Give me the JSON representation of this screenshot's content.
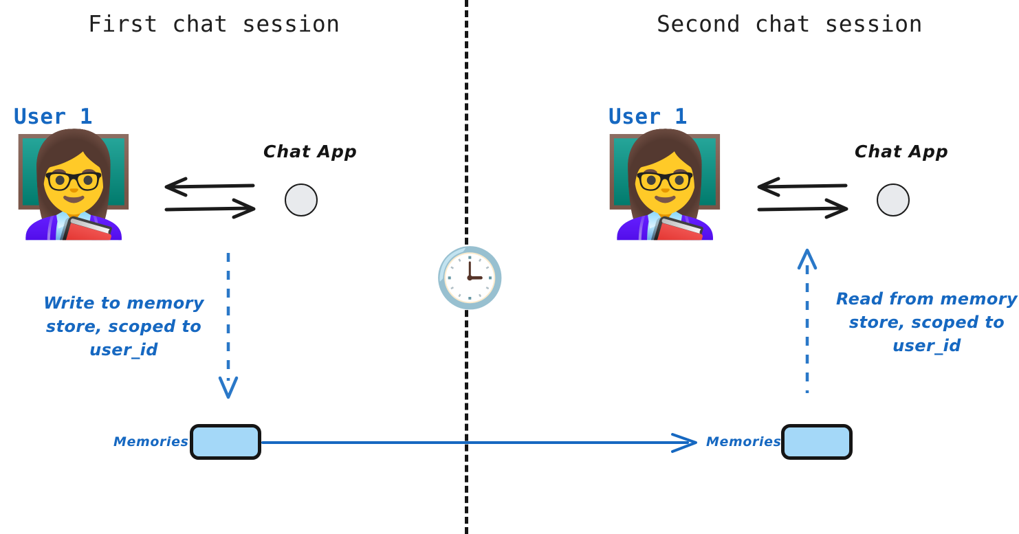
{
  "diagram": {
    "title_left": "First chat session",
    "title_right": "Second chat session",
    "colors": {
      "accent_blue": "#1668c1",
      "memory_fill": "#a4d8f8",
      "stroke_black": "#151515",
      "app_circle_fill": "#e8eaed"
    }
  },
  "left_session": {
    "heading": "First chat session",
    "user_label": "User 1",
    "avatar_icon": "woman-teacher-emoji",
    "avatar_glyph": "👩‍🏫",
    "chat_app_label": "Chat App",
    "chat_app_icon": "app-circle-icon",
    "exchange_icon": "bidirectional-arrows-icon",
    "flow_annotation": [
      "Write to memory",
      "store, scoped to",
      "user_id"
    ],
    "flow_arrow_icon": "dashed-arrow-down-icon",
    "memories_label": "Memories",
    "memories_box_icon": "memory-store-box"
  },
  "right_session": {
    "heading": "Second chat session",
    "user_label": "User 1",
    "avatar_icon": "woman-teacher-emoji",
    "avatar_glyph": "👩‍🏫",
    "chat_app_label": "Chat App",
    "chat_app_icon": "app-circle-icon",
    "exchange_icon": "bidirectional-arrows-icon",
    "flow_annotation": [
      "Read from memory",
      "store, scoped to",
      "user_id"
    ],
    "flow_arrow_icon": "dashed-arrow-up-icon",
    "memories_label": "Memories",
    "memories_box_icon": "memory-store-box"
  },
  "center": {
    "divider_icon": "dashed-vertical-divider",
    "clock_icon": "clock-three-oclock-emoji",
    "clock_glyph": "🕒"
  },
  "connector": {
    "icon": "memory-persistence-arrow",
    "direction": "left-to-right"
  }
}
